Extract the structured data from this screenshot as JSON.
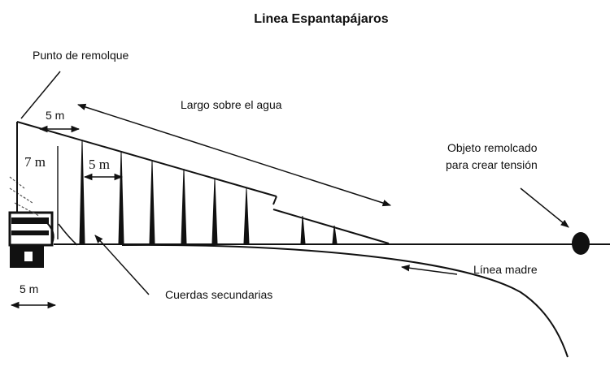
{
  "title": "Linea Espantapájaros",
  "labels": {
    "tow_point": "Punto de remolque",
    "length_over_water": "Largo sobre el agua",
    "towed_object_line1": "Objeto remolcado",
    "towed_object_line2": "para crear tensión",
    "main_line": "Línea madre",
    "secondary_lines": "Cuerdas secundarias"
  },
  "dimensions": {
    "top_spacing": "5 m",
    "mast_height": "7 m",
    "streamer_spacing": "5 m",
    "bottom_spacing": "5 m"
  },
  "colors": {
    "ink": "#111111",
    "background": "#ffffff"
  }
}
